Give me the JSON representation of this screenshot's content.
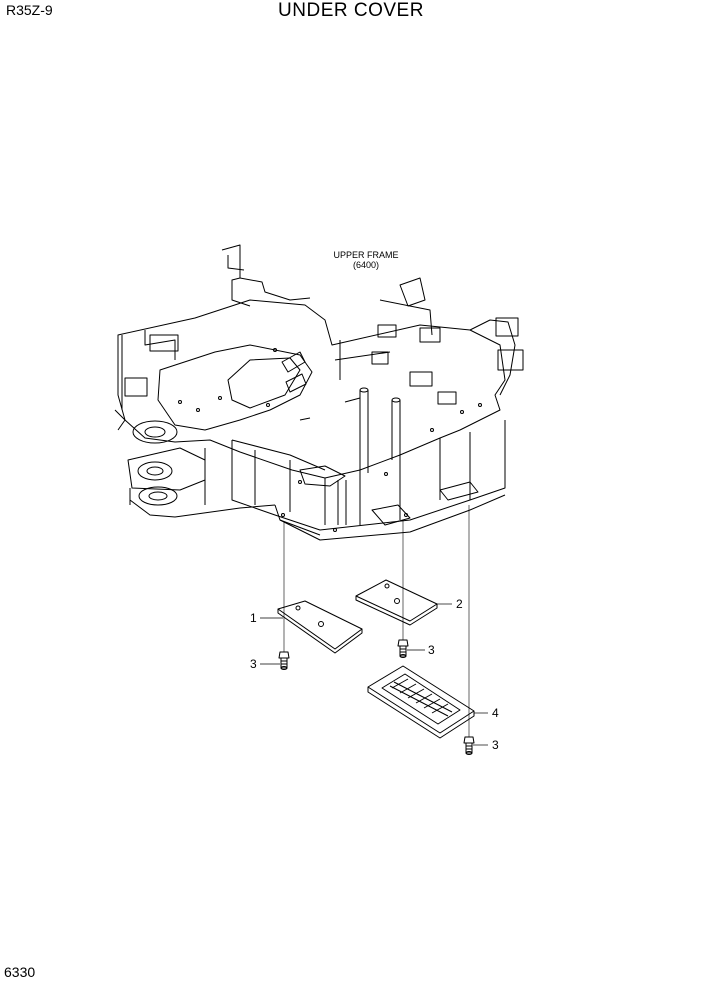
{
  "header": {
    "model": "R35Z-9",
    "title": "UNDER COVER"
  },
  "footer": {
    "page_number": "6330"
  },
  "assembly": {
    "name": "UPPER FRAME",
    "code": "(6400)"
  },
  "callouts": {
    "part_1": "1",
    "part_2": "2",
    "part_3a": "3",
    "part_3b": "3",
    "part_3c": "3",
    "part_4": "4"
  }
}
